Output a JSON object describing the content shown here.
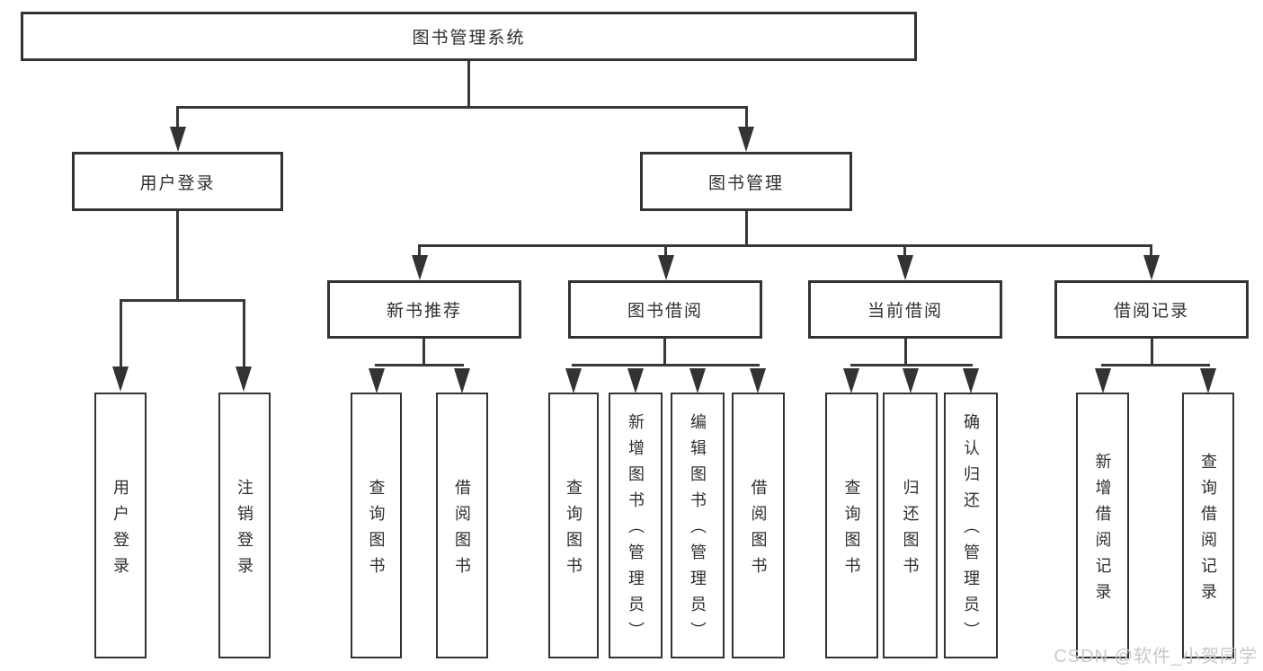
{
  "diagram": {
    "root": {
      "label": "图书管理系统"
    },
    "level2": {
      "user_login": {
        "label": "用户登录"
      },
      "book_mgmt": {
        "label": "图书管理"
      }
    },
    "level3": {
      "new_book_recommend": {
        "label": "新书推荐"
      },
      "book_borrow": {
        "label": "图书借阅"
      },
      "current_borrow": {
        "label": "当前借阅"
      },
      "borrow_records": {
        "label": "借阅记录"
      }
    },
    "leaves": {
      "user_login_leaf": {
        "label": "用户登录"
      },
      "logout_leaf": {
        "label": "注销登录"
      },
      "nb_query_book": {
        "label": "查询图书"
      },
      "nb_borrow_book": {
        "label": "借阅图书"
      },
      "bb_query_book": {
        "label": "查询图书"
      },
      "bb_add_book": {
        "label": "新增图书（管理员）"
      },
      "bb_edit_book": {
        "label": "编辑图书（管理员）"
      },
      "bb_borrow_book": {
        "label": "借阅图书"
      },
      "cb_query_book": {
        "label": "查询图书"
      },
      "cb_return_book": {
        "label": "归还图书"
      },
      "cb_confirm_return": {
        "label": "确认归还（管理员）"
      },
      "br_add_record": {
        "label": "新增借阅记录"
      },
      "br_query_record": {
        "label": "查询借阅记录"
      }
    }
  },
  "watermark": {
    "text": "CSDN @软件_小贺同学"
  },
  "colors": {
    "line": "#383838",
    "border": "#333333",
    "box_fill": "#ffffff",
    "text": "#2f2f2f",
    "watermark": "#c9c9c9",
    "background": "#ffffff"
  }
}
